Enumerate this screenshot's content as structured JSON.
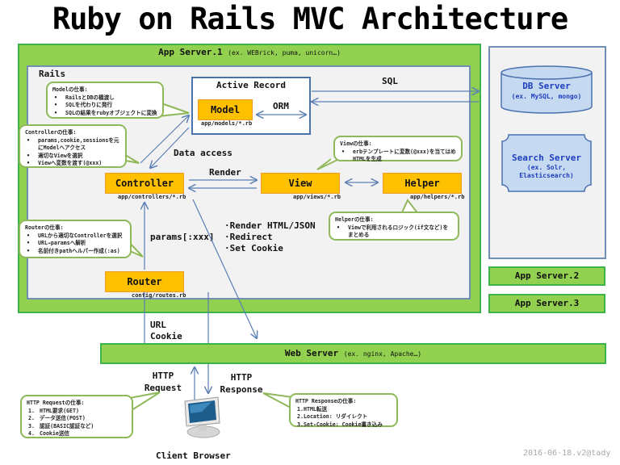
{
  "title": "Ruby on Rails MVC Architecture",
  "app_server_1": {
    "label": "App Server.1",
    "examples": "(ex. WEBrick, puma, unicorn…)"
  },
  "rails": {
    "label": "Rails"
  },
  "active_record": {
    "label": "Active Record"
  },
  "components": {
    "model": {
      "label": "Model",
      "path": "app/models/*.rb"
    },
    "controller": {
      "label": "Controller",
      "path": "app/controllers/*.rb"
    },
    "view": {
      "label": "View",
      "path": "app/views/*.rb"
    },
    "helper": {
      "label": "Helper",
      "path": "app/helpers/*.rb"
    },
    "router": {
      "label": "Router",
      "path": "config/routes.rb"
    }
  },
  "edge_labels": {
    "orm": "ORM",
    "sql": "SQL",
    "data_access": "Data access",
    "render": "Render",
    "params": "params[:xxx]",
    "response_actions": [
      "·Render HTML/JSON",
      "·Redirect",
      "·Set Cookie"
    ],
    "url_cookie": [
      "URL",
      "Cookie"
    ],
    "http_request": [
      "HTTP",
      "Request"
    ],
    "http_response": [
      "HTTP",
      "Response"
    ]
  },
  "notes": {
    "model": {
      "title": "Modelの仕事:",
      "items": [
        "RailsとDBの橋渡し",
        "SQLを代わりに発行",
        "SQLの結果をrubyオブジェクトに変換"
      ]
    },
    "controller": {
      "title": "Controllerの仕事:",
      "items": [
        "params,cookie,sessionsを元にModelへアクセス",
        "適切なViewを選択",
        "Viewへ変数を渡す(@xxx)"
      ]
    },
    "view": {
      "title": "Viewの仕事:",
      "items": [
        "erbテンプレートに変数(@xxx)を当てはめHTMLを生成"
      ]
    },
    "helper": {
      "title": "Helperの仕事:",
      "items": [
        "Viewで利用されるロジック(if文など)をまとめる"
      ]
    },
    "router": {
      "title": "Routerの仕事:",
      "items": [
        "URLから適切なControllerを選択",
        "URL→paramsへ解析",
        "名前付きpathヘルパー作成(:as)"
      ]
    },
    "http_request": {
      "title": "HTTP Requestの仕事:",
      "items": [
        "HTML要求(GET)",
        "データ送信(POST)",
        "認証(BASIC認証など)",
        "Cookie送信"
      ]
    },
    "http_response": {
      "title": "HTTP Responseの仕事:",
      "items": [
        "HTML転送",
        "Location: リダイレクト",
        "Set-Cookie: Cookie書き込み"
      ]
    }
  },
  "db_server": {
    "label": "DB Server",
    "examples": "(ex. MySQL, mongo)"
  },
  "search_server": {
    "label": "Search Server",
    "examples": [
      "(ex. Solr,",
      "Elasticsearch)"
    ]
  },
  "app_server_2": {
    "label": "App Server.2"
  },
  "app_server_3": {
    "label": "App Server.3"
  },
  "web_server": {
    "label": "Web Server",
    "examples": "(ex. nginx, Apache…)"
  },
  "client": {
    "label": "Client Browser"
  },
  "footer": "2016-06-18.v2@tady",
  "colors": {
    "app_server_green": "#92d050",
    "component_orange": "#ffc000",
    "server_blue_fill": "#c5d9f1",
    "server_blue_text": "#1f3fbf",
    "arrow_blue": "#5b7fb5",
    "bubble_border": "#8fb85a"
  }
}
